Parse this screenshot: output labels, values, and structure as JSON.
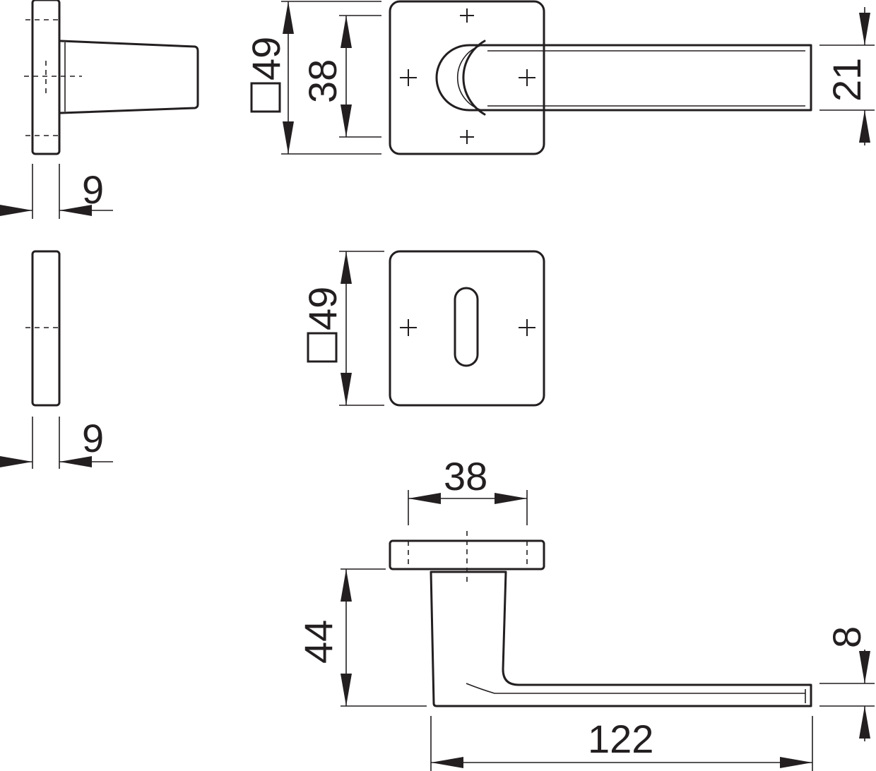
{
  "dimensions": {
    "rose_thickness_top": "9",
    "rose_thickness_bottom": "9",
    "rose_square_top": "49",
    "rose_square_escutcheon": "49",
    "screw_spacing_vertical": "38",
    "lever_width": "21",
    "screw_spacing_side": "38",
    "lever_height": "44",
    "lever_thickness": "8",
    "lever_length": "122"
  }
}
